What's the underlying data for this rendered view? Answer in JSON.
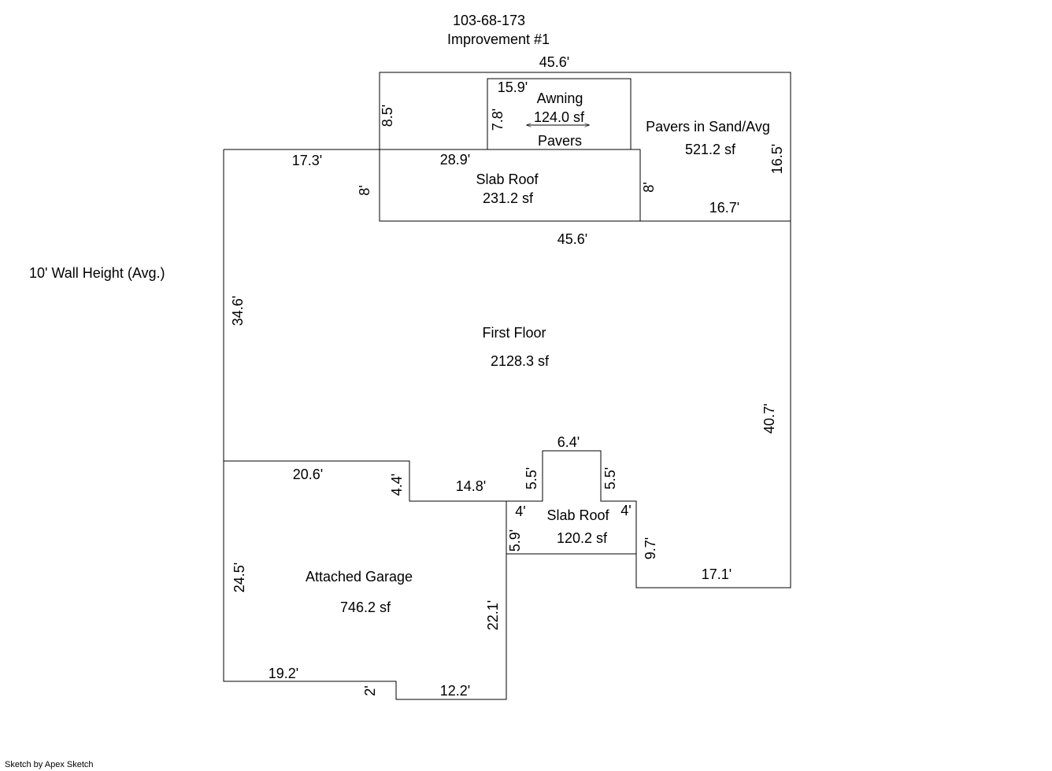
{
  "header": {
    "parcel_id": "103-68-173",
    "improvement": "Improvement #1"
  },
  "note": "10' Wall Height (Avg.)",
  "footer": "Sketch by Apex Sketch",
  "areas": {
    "first_floor": {
      "label": "First Floor",
      "area": "2128.3 sf"
    },
    "slab_roof_top": {
      "label": "Slab Roof",
      "area": "231.2 sf"
    },
    "pavers": {
      "label": "Pavers in Sand/Avg",
      "area": "521.2 sf"
    },
    "awning": {
      "label": "Awning",
      "area": "124.0 sf",
      "sub": "Pavers"
    },
    "garage": {
      "label": "Attached Garage",
      "area": "746.2 sf"
    },
    "slab_roof_bottom": {
      "label": "Slab Roof",
      "area": "120.2 sf"
    }
  },
  "dims": {
    "d1": "45.6'",
    "d2": "15.9'",
    "d3": "8.5'",
    "d4": "7.8'",
    "d5": "16.5'",
    "d6": "17.3'",
    "d7": "28.9'",
    "d8": "8'",
    "d9": "8'",
    "d10": "16.7'",
    "d11": "45.6'",
    "d12": "34.6'",
    "d13": "40.7'",
    "d14": "6.4'",
    "d15": "20.6'",
    "d16": "4.4'",
    "d17": "14.8'",
    "d18": "5.5'",
    "d19": "5.5'",
    "d20": "4'",
    "d21": "4'",
    "d22": "5.9'",
    "d23": "9.7'",
    "d24": "17.1'",
    "d25": "24.5'",
    "d26": "22.1'",
    "d27": "19.2'",
    "d28": "2'",
    "d29": "12.2'"
  }
}
